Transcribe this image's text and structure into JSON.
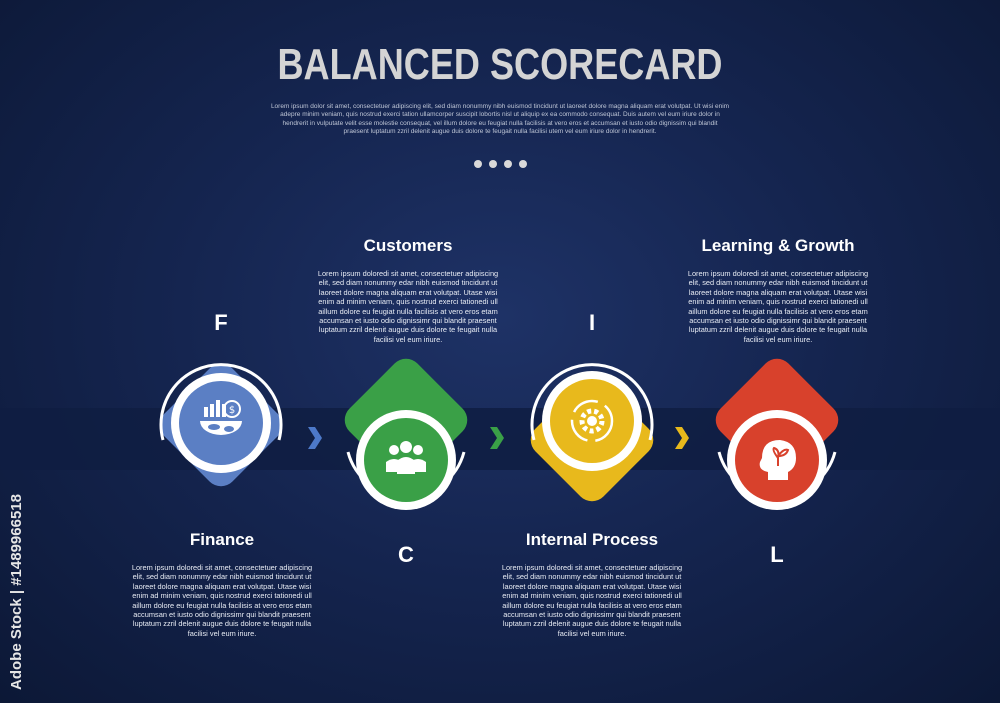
{
  "title": "BALANCED SCORECARD",
  "subtitle": "Lorem ipsum dolor sit amet, consectetuer adipiscing elit, sed diam nonummy nibh euismod tincidunt ut laoreet dolore magna aliquam erat volutpat. Ut wisi enim adepre minim veniam, quis nostrud exerci tation ullamcorper suscipit lobortis nisl ut aliquip ex ea commodo consequat. Duis autem vel eum iriure dolor in hendrerit in vulputate velit esse molestie consequat, vel illum dolore eu feugiat nulla facilisis at vero eros et accumsan et iusto odio dignissim qui blandit praesent luptatum zzril delenit augue duis dolore te feugait nulla facilisi utem vel eum iriure dolor in hendrerit.",
  "colors": {
    "finance": "#5b7fc4",
    "customers": "#3aa047",
    "internal": "#e8b91c",
    "learning": "#d8412c",
    "arrow_blue": "#4d79c9",
    "arrow_green": "#3aa047",
    "arrow_yellow": "#e8b91c"
  },
  "stages": [
    {
      "key": "finance",
      "letter": "F",
      "heading": "Finance",
      "icon": "finance-chart-money-icon",
      "text": "Lorem ipsum doloredi sit amet, consectetuer adipiscing elit, sed diam nonummy edar nibh euismod tincidunt ut laoreet dolore magna aliquam erat volutpat. Utase wisi enim ad minim veniam, quis nostrud exerci tationedi ull aillum dolore eu feugiat nulla facilisis at vero eros etam accumsan et iusto odio dignissimr qui blandit praesent luptatum zzril delenit augue duis dolore te feugait nulla facilisi vel eum iriure."
    },
    {
      "key": "customers",
      "letter": "C",
      "heading": "Customers",
      "icon": "people-group-icon",
      "text": "Lorem ipsum doloredi sit amet, consectetuer adipiscing elit, sed diam nonummy edar nibh euismod tincidunt ut laoreet dolore magna aliquam erat volutpat. Utase wisi enim ad minim veniam, quis nostrud exerci tationedi ull aillum dolore eu feugiat nulla facilisis at vero eros etam accumsan et iusto odio dignissimr qui blandit praesent luptatum zzril delenit augue duis dolore te feugait nulla facilisi vel eum iriure."
    },
    {
      "key": "internal",
      "letter": "I",
      "heading": "Internal Process",
      "icon": "gear-cycle-icon",
      "text": "Lorem ipsum doloredi sit amet, consectetuer adipiscing elit, sed diam nonummy edar nibh euismod tincidunt ut laoreet dolore magna aliquam erat volutpat. Utase wisi enim ad minim veniam, quis nostrud exerci tationedi ull aillum dolore eu feugiat nulla facilisis at vero eros etam accumsan et iusto odio dignissimr qui blandit praesent luptatum zzril delenit augue duis dolore te feugait nulla facilisi vel eum iriure."
    },
    {
      "key": "learning",
      "letter": "L",
      "heading": "Learning & Growth",
      "icon": "head-leaf-icon",
      "text": "Lorem ipsum doloredi sit amet, consectetuer adipiscing elit, sed diam nonummy edar nibh euismod tincidunt ut laoreet dolore magna aliquam erat volutpat. Utase wisi enim ad minim veniam, quis nostrud exerci tationedi ull aillum dolore eu feugiat nulla facilisis at vero eros etam accumsan et iusto odio dignissimr qui blandit praesent luptatum zzril delenit augue duis dolore te feugait nulla facilisi vel eum iriure."
    }
  ],
  "stock_id": "Adobe Stock | #1489966518"
}
